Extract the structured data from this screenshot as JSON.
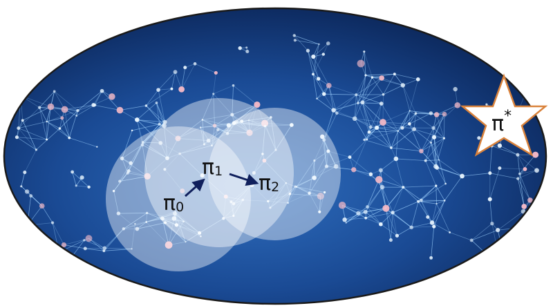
{
  "colors": {
    "background_dark": "#0b2557",
    "background_mid": "#1f5aa8",
    "network_line": "#9fd3ff",
    "node_light": "#eaf6ff",
    "node_pink": "#f2b8c6",
    "circle_fill": "#ffffff",
    "arrow": "#0f1f5c",
    "star_fill": "#ffffff",
    "star_stroke": "#d9823b",
    "ellipse_stroke": "#1a1a1a"
  },
  "labels": {
    "pi0": {
      "symbol": "π",
      "sub": "0"
    },
    "pi1": {
      "symbol": "π",
      "sub": "1"
    },
    "pi2": {
      "symbol": "π",
      "sub": "2"
    },
    "pistar": {
      "symbol": "π",
      "sup": "*"
    }
  },
  "icons": {
    "optimum": "star-icon"
  }
}
